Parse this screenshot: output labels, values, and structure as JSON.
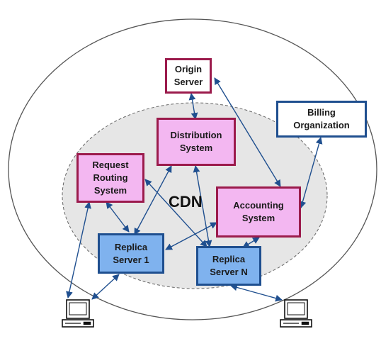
{
  "nodes": {
    "origin": "Origin\nServer",
    "distribution": "Distribution\nSystem",
    "billing": "Billing\nOrganization",
    "routing": "Request\nRouting\nSystem",
    "accounting": "Accounting\nSystem",
    "replica1": "Replica\nServer 1",
    "replicaN": "Replica\nServer N"
  },
  "cdn_label": "CDN",
  "colors": {
    "node_border_red": "#9b1b4c",
    "node_fill_pink": "#f3b7f1",
    "node_fill_blue": "#7fb2ee",
    "node_border_blue": "#1f4f8f",
    "arrow": "#1f4f8f",
    "cdn_region": "#e6e6e6"
  },
  "icons": [
    "computer-icon",
    "computer-icon"
  ]
}
